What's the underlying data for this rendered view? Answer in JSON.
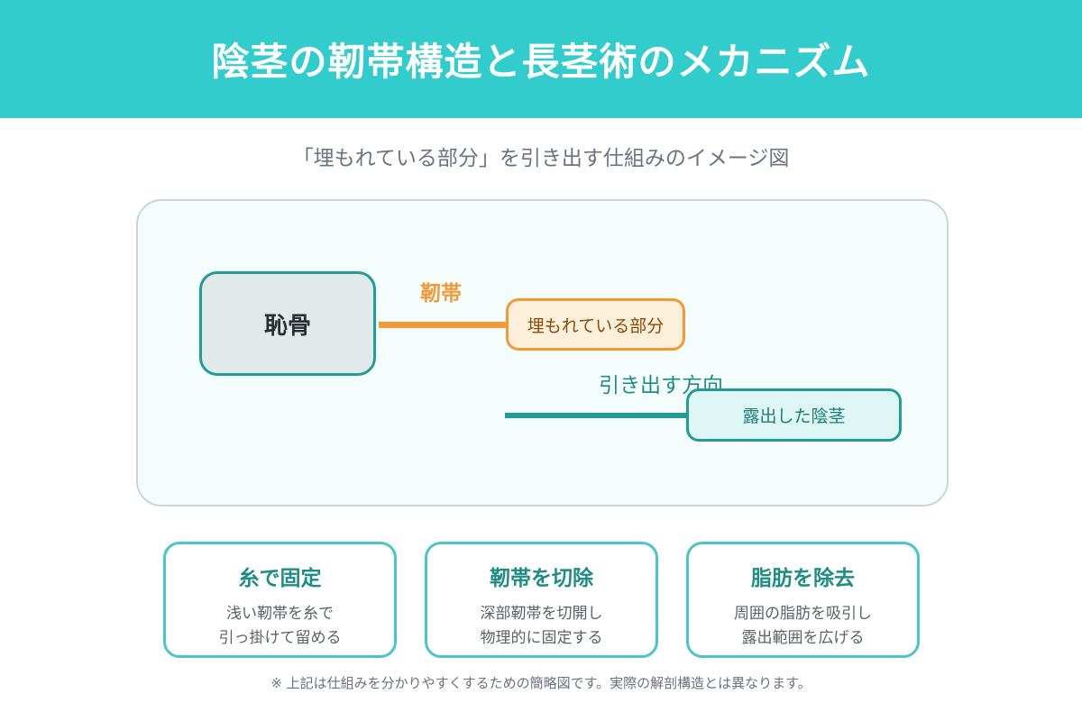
{
  "header": {
    "title": "陰茎の靭帯構造と長茎術のメカニズム",
    "background_color": "#33cccc"
  },
  "subtitle": "「埋もれている部分」を引き出す仕組みのイメージ図",
  "diagram": {
    "bone_label": "恥骨",
    "ligament_label": "靭帯",
    "buried_label": "埋もれている部分",
    "direction_label": "引き出す方向",
    "exposed_label": "露出した陰茎",
    "colors": {
      "teal": "#239d93",
      "orange": "#f29a38"
    }
  },
  "cards": [
    {
      "title": "糸で固定",
      "line1": "浅い靭帯を糸で",
      "line2": "引っ掛けて留める"
    },
    {
      "title": "靭帯を切除",
      "line1": "深部靭帯を切開し",
      "line2": "物理的に固定する"
    },
    {
      "title": "脂肪を除去",
      "line1": "周囲の脂肪を吸引し",
      "line2": "露出範囲を広げる"
    }
  ],
  "footnote": "※ 上記は仕組みを分かりやすくするための簡略図です。実際の解剖構造とは異なります。"
}
